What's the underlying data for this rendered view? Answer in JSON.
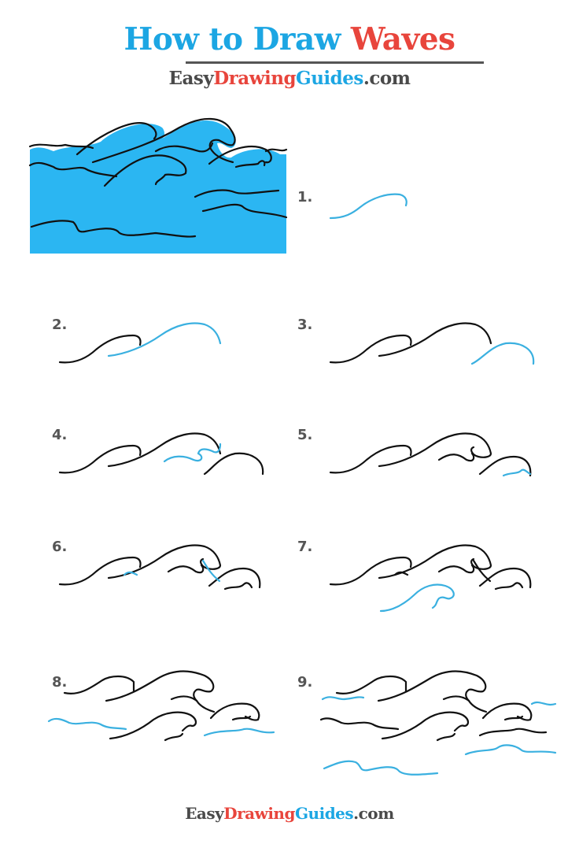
{
  "header": {
    "title_part1": "How to Draw ",
    "title_part2": "Waves",
    "brand_easy": "Easy",
    "brand_drawing": "Drawing",
    "brand_guides": "Guides",
    "brand_com": ".com"
  },
  "steps": [
    {
      "label": "1."
    },
    {
      "label": "2."
    },
    {
      "label": "3."
    },
    {
      "label": "4."
    },
    {
      "label": "5."
    },
    {
      "label": "6."
    },
    {
      "label": "7."
    },
    {
      "label": "8."
    },
    {
      "label": "9."
    }
  ],
  "footer": {
    "brand_easy": "Easy",
    "brand_drawing": "Drawing",
    "brand_guides": "Guides",
    "brand_com": ".com"
  },
  "colors": {
    "title_blue": "#1ca6e3",
    "title_red": "#e8453c",
    "brand_gray": "#4a4a4a",
    "water_fill": "#2bb6f2",
    "step_stroke_new": "#3ab0e0",
    "step_stroke_old": "#111111"
  }
}
